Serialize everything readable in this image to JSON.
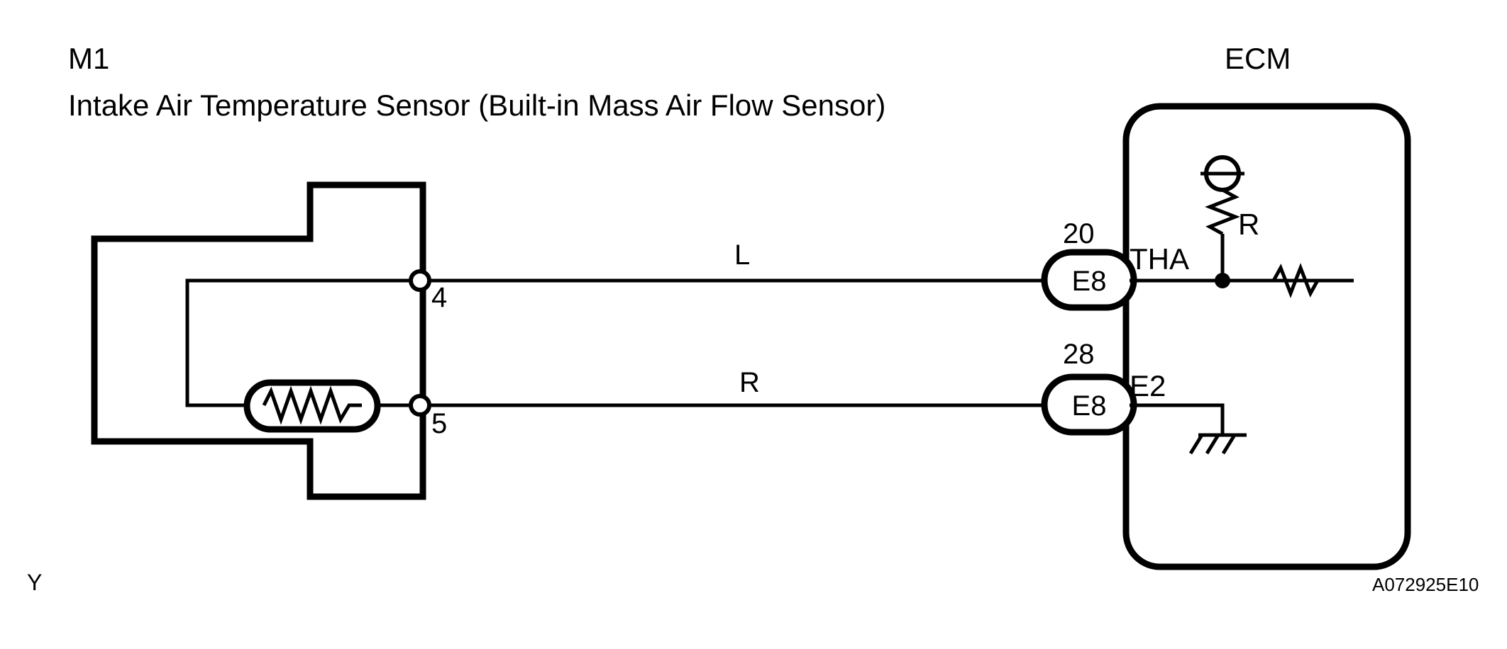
{
  "diagram": {
    "kind": "automotive-wiring-diagram",
    "code": "A072925E10",
    "orientation_mark": "Y",
    "line_color": "#000000",
    "background_color": "#ffffff"
  },
  "component": {
    "id": "M1",
    "name": "Intake Air Temperature Sensor  (Built-in Mass Air Flow Sensor)",
    "internal_element": "thermistor",
    "terminals": [
      {
        "pin": "4",
        "signal_wire": "L"
      },
      {
        "pin": "5",
        "signal_wire": "R"
      }
    ]
  },
  "ecm": {
    "label": "ECM",
    "internal_symbols": [
      "voltage-source",
      "pull-up-resistor",
      "series-resistor",
      "chassis-ground"
    ],
    "pull_up_resistor_label": "R",
    "connectors": [
      {
        "pin": "20",
        "name": "E8",
        "terminal": "THA"
      },
      {
        "pin": "28",
        "name": "E8",
        "terminal": "E2"
      }
    ]
  },
  "wires": [
    {
      "label": "L",
      "from_pin": "4",
      "to_pin": "20",
      "to_terminal": "THA"
    },
    {
      "label": "R",
      "from_pin": "5",
      "to_pin": "28",
      "to_terminal": "E2"
    }
  ]
}
